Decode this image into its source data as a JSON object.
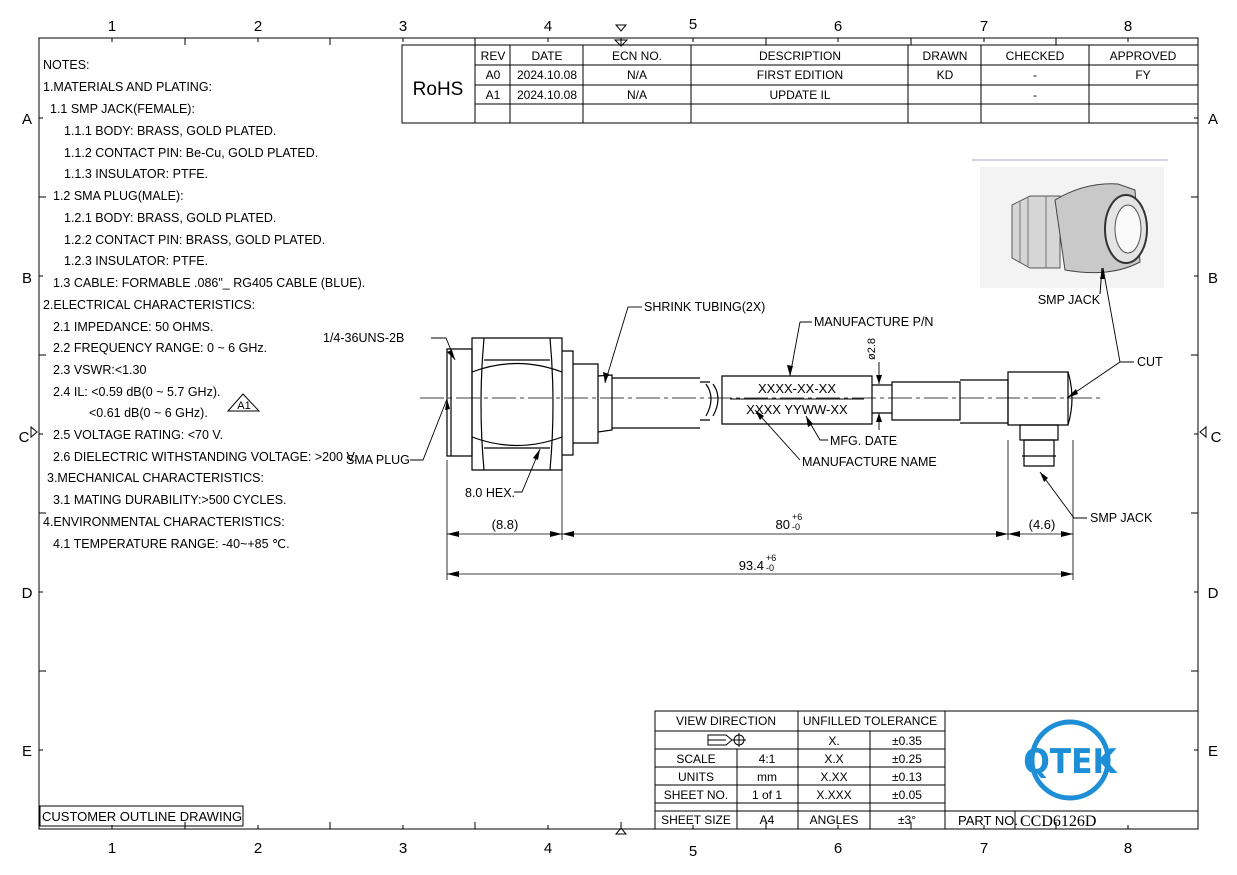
{
  "grid": {
    "cols": [
      "1",
      "2",
      "3",
      "4",
      "5",
      "6",
      "7",
      "8"
    ],
    "rows": [
      "A",
      "B",
      "C",
      "D",
      "E"
    ]
  },
  "notes": [
    "NOTES:",
    "1.MATERIALS AND PLATING:",
    "1.1 SMP JACK(FEMALE):",
    "1.1.1 BODY: BRASS, GOLD PLATED.",
    "1.1.2 CONTACT PIN: Be-Cu, GOLD PLATED.",
    "1.1.3 INSULATOR: PTFE.",
    "1.2 SMA PLUG(MALE):",
    "1.2.1 BODY: BRASS, GOLD PLATED.",
    "1.2.2 CONTACT PIN: BRASS, GOLD PLATED.",
    "1.2.3 INSULATOR: PTFE.",
    "1.3 CABLE: FORMABLE .086\"_ RG405 CABLE (BLUE).",
    "2.ELECTRICAL CHARACTERISTICS:",
    "2.1 IMPEDANCE: 50 OHMS.",
    "2.2 FREQUENCY RANGE: 0 ~ 6 GHz.",
    "2.3 VSWR:<1.30",
    "2.4 IL: <0.59 dB(0 ~ 5.7 GHz).",
    "<0.61 dB(0 ~ 6 GHz).",
    "2.5 VOLTAGE RATING: <70 V.",
    "2.6 DIELECTRIC WITHSTANDING VOLTAGE: >200 V.",
    "3.MECHANICAL CHARACTERISTICS:",
    "3.1 MATING DURABILITY:>500 CYCLES.",
    "4.ENVIRONMENTAL CHARACTERISTICS:",
    "4.1 TEMPERATURE RANGE: -40~+85 ℃."
  ],
  "rev_marker": "A1",
  "rohs": "RoHS",
  "revisions": {
    "headers": [
      "REV",
      "DATE",
      "ECN NO.",
      "DESCRIPTION",
      "DRAWN",
      "CHECKED",
      "APPROVED"
    ],
    "rows": [
      [
        "A0",
        "2024.10.08",
        "N/A",
        "FIRST EDITION",
        "KD",
        "-",
        "FY"
      ],
      [
        "A1",
        "2024.10.08",
        "N/A",
        "UPDATE IL",
        "",
        "-",
        ""
      ],
      [
        "",
        "",
        "",
        "",
        "",
        "",
        ""
      ]
    ]
  },
  "drawing": {
    "shrink_tubing": "SHRINK TUBING(2X)",
    "manufacture_pn": "MANUFACTURE P/N",
    "thread": "1/4-36UNS-2B",
    "dia": "ø2.8",
    "cut": "CUT",
    "smp_jack_photo": "SMP JACK",
    "smp_jack": "SMP JACK",
    "sma_plug": "SMA PLUG",
    "hex": "8.0 HEX.",
    "mfg_date": "MFG. DATE",
    "manufacture_name": "MANUFACTURE NAME",
    "marking_line1": "XXXX-XX-XX",
    "marking_line2": "XXXX YYWW-XX",
    "dim_left": "(8.8)",
    "dim_mid": "80",
    "dim_mid_tol_up": "+6",
    "dim_mid_tol_down": "-0",
    "dim_right": "(4.6)",
    "dim_total": "93.4",
    "dim_total_tol_up": "+6",
    "dim_total_tol_down": "-0"
  },
  "title_block": {
    "view_direction": "VIEW DIRECTION",
    "unfilled_tolerance": "UNFILLED TOLERANCE",
    "scale_label": "SCALE",
    "scale": "4:1",
    "units_label": "UNITS",
    "units": "mm",
    "sheet_no_label": "SHEET NO.",
    "sheet_no": "1 of 1",
    "sheet_size_label": "SHEET SIZE",
    "sheet_size": "A4",
    "tolerances": [
      [
        "X.",
        "±0.35"
      ],
      [
        "X.X",
        "±0.25"
      ],
      [
        "X.XX",
        "±0.13"
      ],
      [
        "X.XXX",
        "±0.05"
      ],
      [
        "ANGLES",
        "±3°"
      ]
    ],
    "part_no_label": "PART NO.",
    "part_no": "CCD6126D",
    "logo": "QTEK",
    "customer_outline": "CUSTOMER OUTLINE DRAWING"
  },
  "colors": {
    "logo": "#1e8fd6",
    "ink": "#000000"
  }
}
